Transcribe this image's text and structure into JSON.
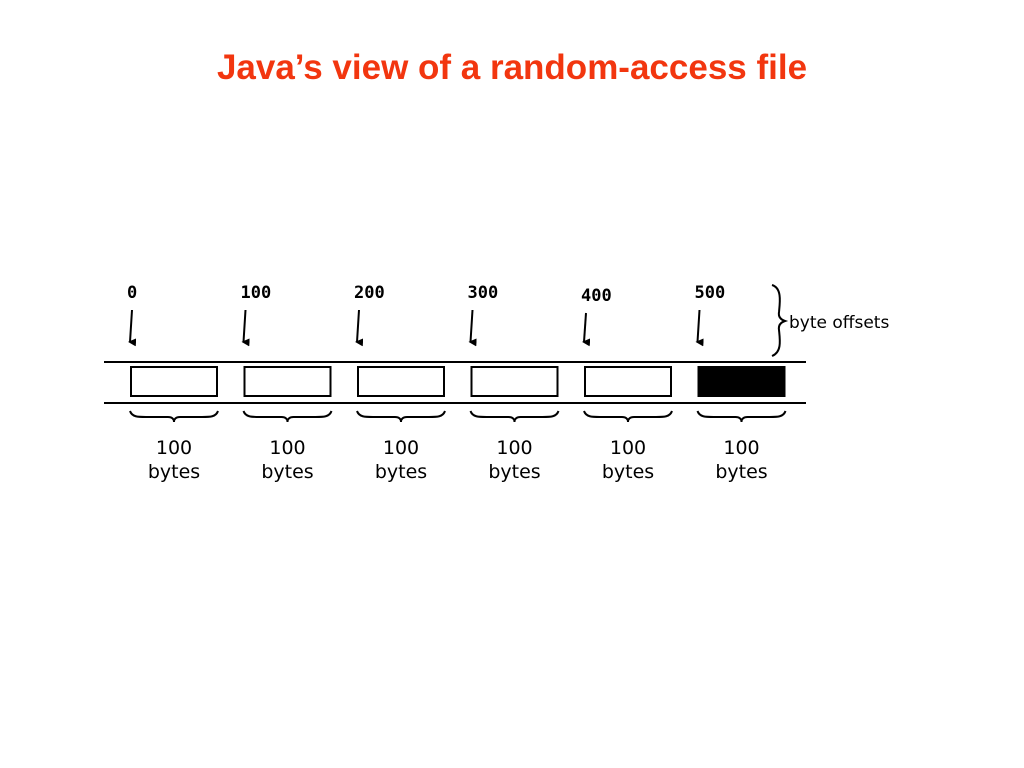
{
  "slide": {
    "title": "Java’s view of a random-access file"
  },
  "diagram": {
    "offset_caption": "byte offsets",
    "offsets": [
      "0",
      "100",
      "200",
      "300",
      "400",
      "500"
    ],
    "blocks": [
      {
        "size_value": "100",
        "size_unit": "bytes",
        "filled": false
      },
      {
        "size_value": "100",
        "size_unit": "bytes",
        "filled": false
      },
      {
        "size_value": "100",
        "size_unit": "bytes",
        "filled": false
      },
      {
        "size_value": "100",
        "size_unit": "bytes",
        "filled": false
      },
      {
        "size_value": "100",
        "size_unit": "bytes",
        "filled": false
      },
      {
        "size_value": "100",
        "size_unit": "bytes",
        "filled": true
      }
    ],
    "colors": {
      "title": "#f2360f",
      "stroke": "#000000",
      "filled_block": "#000000"
    }
  }
}
